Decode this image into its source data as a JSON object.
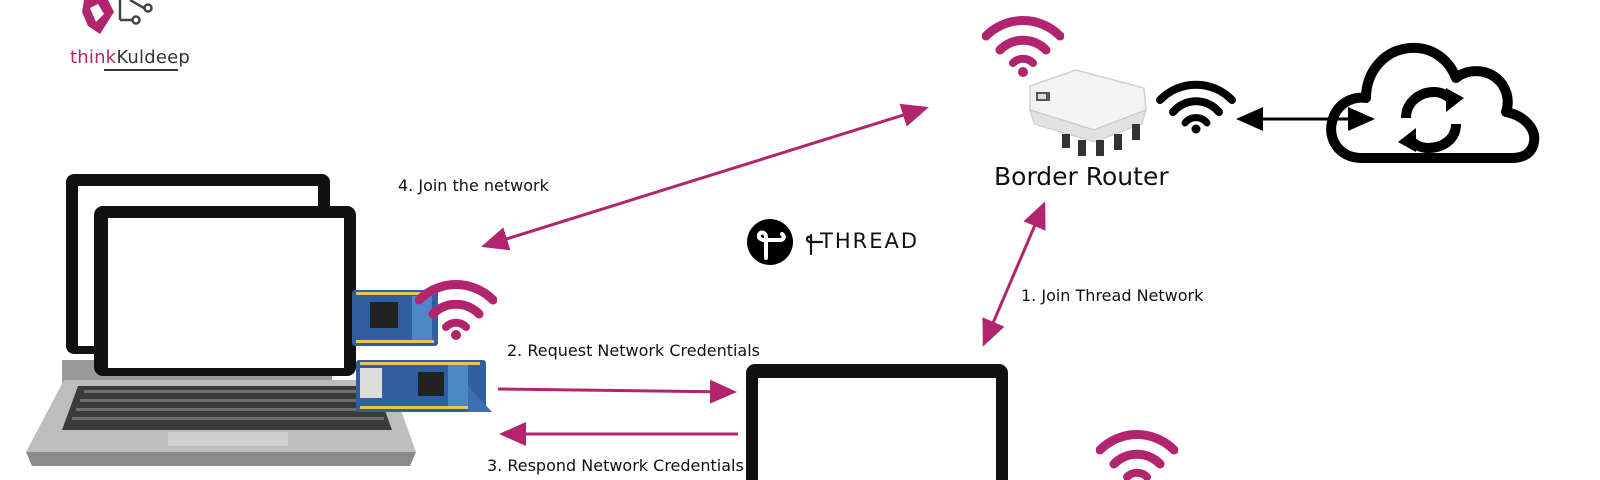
{
  "brand": {
    "name_part1": "think",
    "name_part2": "Kuldeep",
    "colors": {
      "magenta": "#b3246f",
      "dark": "#333333"
    }
  },
  "thread": {
    "wordmark": "THREAD"
  },
  "nodes": {
    "border_router": {
      "label": "Border Router"
    }
  },
  "steps": [
    {
      "label": "1. Join Thread Network"
    },
    {
      "label": "2. Request Network Credentials"
    },
    {
      "label": "3. Respond Network Credentials"
    },
    {
      "label": "4. Join the network"
    }
  ],
  "icons": [
    "wifi-icon",
    "cloud-sync-icon",
    "router-device",
    "laptop-device",
    "nordic-board-device",
    "thread-logo-icon"
  ],
  "colors": {
    "arrow": "#b3246f",
    "wifi_magenta": "#b3246f",
    "black": "#000000"
  }
}
